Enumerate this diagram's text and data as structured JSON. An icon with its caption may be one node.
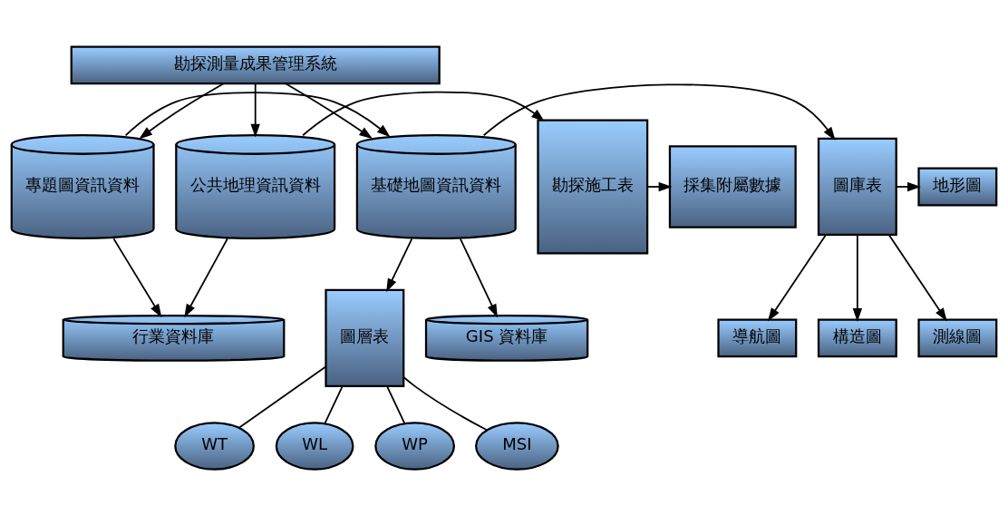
{
  "diagram": {
    "nodes": [
      {
        "text": [
          "勘探測量成果管理系統"
        ]
      },
      {
        "text": [
          "地形圖"
        ]
      },
      {
        "text": [
          "構造圖"
        ]
      },
      {
        "text": [
          "測線圖"
        ]
      },
      {
        "text": [
          "導航圖"
        ]
      },
      {
        "text": [
          "圖庫表"
        ]
      },
      {
        "text": [
          "圖層表"
        ]
      },
      {
        "text": [
          "基礎地圖資訊資料"
        ]
      },
      {
        "text": [
          "專題圖資訊資料"
        ]
      },
      {
        "text": [
          "公共地理資訊資料"
        ]
      },
      {
        "text": [
          "勘探施工表"
        ]
      },
      {
        "text": [
          "採集附屬數據"
        ]
      },
      {
        "text": [
          "GIS 資料庫"
        ]
      },
      {
        "text": [
          "行業資料庫"
        ]
      },
      {
        "text": [
          "WT"
        ]
      },
      {
        "text": [
          "WL"
        ]
      },
      {
        "text": [
          "WP"
        ]
      },
      {
        "text": [
          "MSI"
        ]
      }
    ],
    "edges": [
      {
        "from": 0,
        "to": 7,
        "arrow": "to"
      },
      {
        "from": 0,
        "to": 8,
        "arrow": "to"
      },
      {
        "from": 0,
        "to": 9,
        "arrow": "to"
      },
      {
        "from": 7,
        "to": 5,
        "arrow": "to"
      },
      {
        "from": 7,
        "to": 6,
        "arrow": "to"
      },
      {
        "from": 8,
        "to": 7,
        "arrow": "to"
      },
      {
        "from": 9,
        "to": 10,
        "arrow": "to"
      },
      {
        "from": 10,
        "to": 11,
        "arrow": "to"
      },
      {
        "from": 5,
        "to": 1,
        "arrow": "to"
      },
      {
        "from": 5,
        "to": 2,
        "arrow": "to"
      },
      {
        "from": 5,
        "to": 3,
        "arrow": "to"
      },
      {
        "from": 5,
        "to": 4,
        "arrow": "to"
      },
      {
        "from": 7,
        "to": 12,
        "arrow": "to"
      },
      {
        "from": 8,
        "to": 13,
        "arrow": "to"
      },
      {
        "from": 9,
        "to": 13,
        "arrow": "to"
      },
      {
        "from": 6,
        "to": 14,
        "arrow": "none"
      },
      {
        "from": 6,
        "to": 15,
        "arrow": "none"
      },
      {
        "from": 6,
        "to": 16,
        "arrow": "none"
      },
      {
        "from": 6,
        "to": 17,
        "arrow": "none"
      }
    ]
  }
}
